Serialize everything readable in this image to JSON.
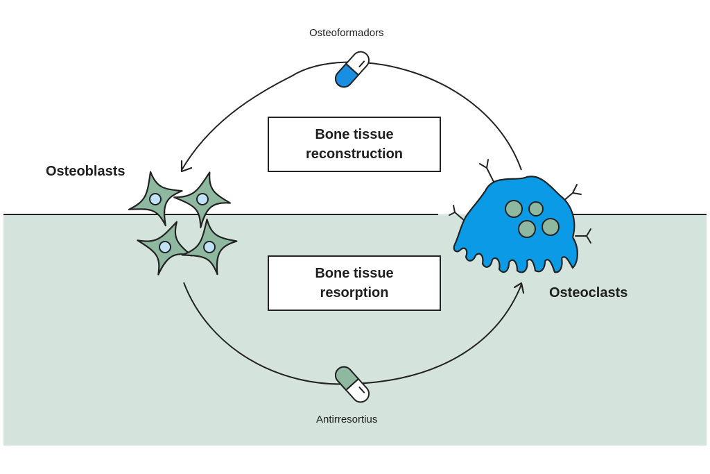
{
  "labels": {
    "top_drug": "Osteoformadors",
    "bottom_drug": "Antirresortius",
    "left_cells": "Osteoblasts",
    "right_cells": "Osteoclasts"
  },
  "boxes": {
    "reconstruction": {
      "line1": "Bone tissue",
      "line2": "reconstruction"
    },
    "resorption": {
      "line1": "Bone tissue",
      "line2": "resorption"
    }
  },
  "colors": {
    "bone_fill": "#d4e4dc",
    "osteoblast": "#8fb8a0",
    "osteoblast_nucleus": "#bfe3f5",
    "osteoclast": "#0a9ae6",
    "osteoclast_nucleus": "#8fb8a0",
    "pill_blue": "#1a8ee0",
    "pill_green": "#8fb8a0",
    "line": "#222222"
  },
  "icons": [
    "capsule-icon",
    "osteoblast-cell-icon",
    "osteoclast-cell-icon",
    "arrow-head-icon"
  ]
}
